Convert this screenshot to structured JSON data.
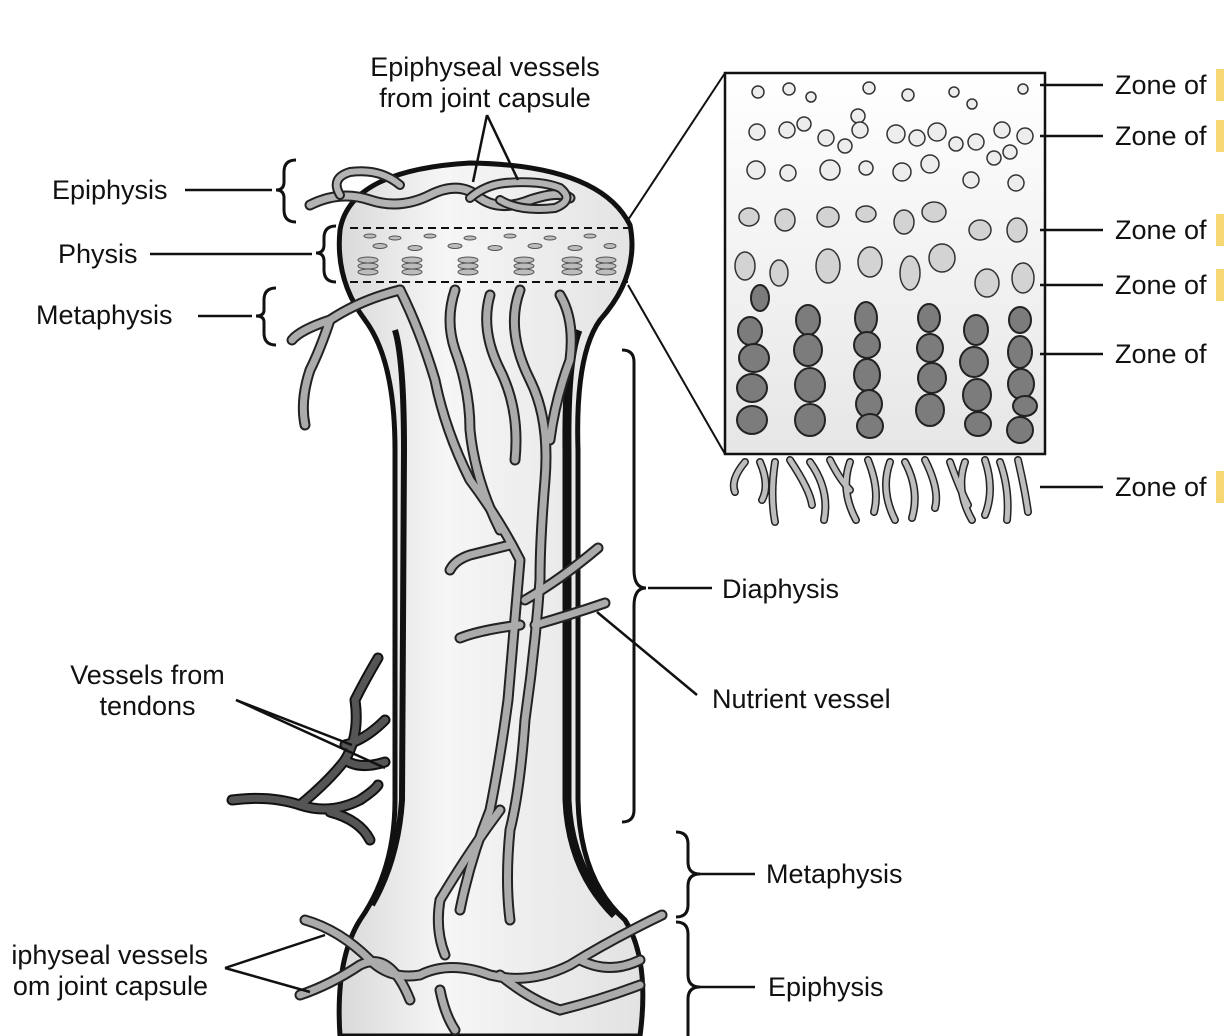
{
  "labels": {
    "epiphyseal_top": [
      "Epiphyseal vessels",
      "from joint capsule"
    ],
    "epiphysis_top": "Epiphysis",
    "physis": "Physis",
    "metaphysis_top": "Metaphysis",
    "diaphysis": "Diaphysis",
    "nutrient_vessel": "Nutrient vessel",
    "vessels_tendons": [
      "Vessels from",
      "tendons"
    ],
    "epiphyseal_bottom": [
      "iphyseal vessels",
      "om joint capsule"
    ],
    "metaphysis_bottom": "Metaphysis",
    "epiphysis_bottom": "Epiphysis"
  },
  "zones": [
    "Zone of",
    "Zone of",
    "Zone of",
    "Zone of",
    "Zone of",
    "Zone of"
  ],
  "colors": {
    "bone_fill": "#ececec",
    "outline": "#111111",
    "vessel": "#a8a8a8",
    "tendon_vessel": "#4a4a4a",
    "cell_light": "#d6d6d6",
    "cell_dark": "#7a7a7a",
    "highlight": "#f7d774"
  }
}
